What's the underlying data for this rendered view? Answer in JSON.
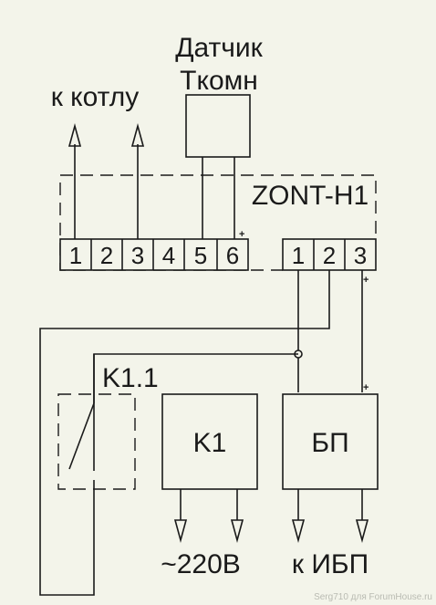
{
  "sensor": {
    "line1": "Датчик",
    "line2": "Tкомн"
  },
  "boiler_label": "к котлу",
  "controller": {
    "name": "ZONT-H1",
    "left_terminals": [
      "1",
      "2",
      "3",
      "4",
      "5",
      "6"
    ],
    "right_terminals": [
      "1",
      "2",
      "3"
    ]
  },
  "relay_contact": "K1.1",
  "relay": "K1",
  "psu": "БП",
  "bottom_labels": {
    "mains": "~220В",
    "ups": "к ИБП"
  },
  "plus_mark": "+",
  "watermark": "Serg710 для ForumHouse.ru"
}
